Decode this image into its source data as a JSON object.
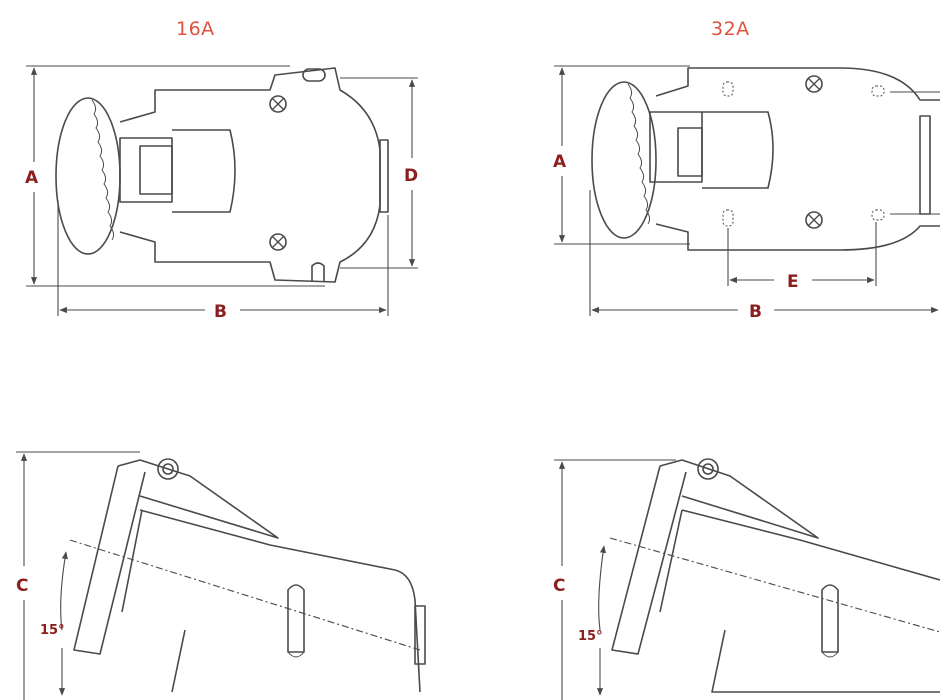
{
  "colors": {
    "title": "#e0523f",
    "line": "#4a4a4a",
    "label": "#8b1e1e"
  },
  "titles": {
    "left": "16A",
    "right": "32A"
  },
  "labels": {
    "A": "A",
    "B": "B",
    "C": "C",
    "D": "D",
    "E": "E",
    "angle": "15°"
  }
}
